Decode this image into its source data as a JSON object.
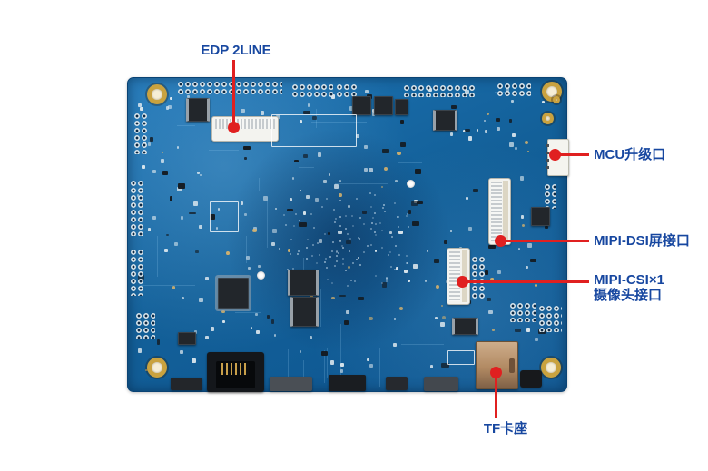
{
  "figure": {
    "type": "annotated-board-photo",
    "subject": "blue embedded development board, back side, with port callouts"
  },
  "colors": {
    "background": "#ffffff",
    "pcb_blue": "#136099",
    "label_text": "#1747a0",
    "callout": "#e02020",
    "gold": "#c9a23f"
  },
  "annotations": [
    {
      "id": "edp",
      "label": "EDP 2LINE"
    },
    {
      "id": "mcu",
      "label": "MCU升级口"
    },
    {
      "id": "dsi",
      "label": "MIPI-DSI屏接口"
    },
    {
      "id": "csi",
      "label": "MIPI-CSI×1",
      "label2": "摄像头接口"
    },
    {
      "id": "tf",
      "label": "TF卡座"
    }
  ],
  "components": [
    {
      "id": "edp-ffc-connector"
    },
    {
      "id": "mcu-upgrade-connector"
    },
    {
      "id": "mipi-dsi-ffc-connector"
    },
    {
      "id": "mipi-csi-ffc-connector"
    },
    {
      "id": "tf-card-slot"
    },
    {
      "id": "rj45-connector"
    },
    {
      "id": "mounting-holes"
    },
    {
      "id": "pin-headers"
    }
  ]
}
